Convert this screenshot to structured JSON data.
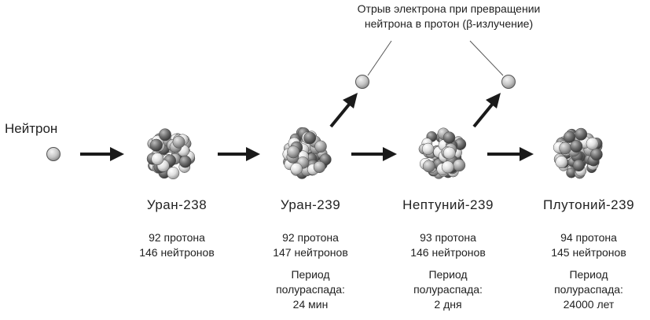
{
  "caption": {
    "line1": "Отрыв электрона при превращении",
    "line2": "нейтрона в протон (β-излучение)"
  },
  "neutron_label": "Нейтрон",
  "nuclei": [
    {
      "name": "Уран-238",
      "protons": "92 протона",
      "neutrons": "146 нейтронов",
      "half_life": null
    },
    {
      "name": "Уран-239",
      "protons": "92 протона",
      "neutrons": "147 нейтронов",
      "half_life": {
        "line1": "Период",
        "line2": "полураспада:",
        "value": "24 мин"
      }
    },
    {
      "name": "Нептуний-239",
      "protons": "93 протона",
      "neutrons": "146 нейтронов",
      "half_life": {
        "line1": "Период",
        "line2": "полураспада:",
        "value": "2 дня"
      }
    },
    {
      "name": "Плутоний-239",
      "protons": "94 протона",
      "neutrons": "145 нейтронов",
      "half_life": {
        "line1": "Период",
        "line2": "полураспада:",
        "value": "24000 лет"
      }
    }
  ],
  "colors": {
    "arrow": "#1a1a1a",
    "particle": "#c8c8c8",
    "nucleon_light": "#e2e2e2",
    "nucleon_mid": "#a8a8a8",
    "nucleon_dark": "#6e6e6e",
    "connector": "#555555"
  }
}
